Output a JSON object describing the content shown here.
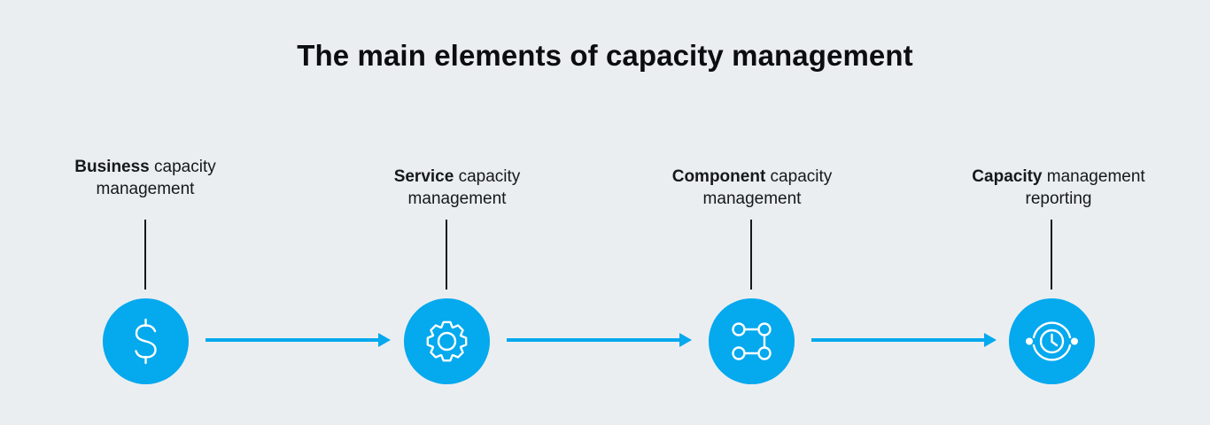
{
  "title": "The main elements of capacity management",
  "steps": [
    {
      "bold": "Business",
      "rest_line1": " capacity",
      "line2": "management",
      "icon": "dollar-icon"
    },
    {
      "bold": "Service",
      "rest_line1": " capacity",
      "line2": "management",
      "icon": "gear-icon"
    },
    {
      "bold": "Component",
      "rest_line1": " capacity",
      "line2": "management",
      "icon": "components-icon"
    },
    {
      "bold": "Capacity",
      "rest_line1": " management",
      "line2": "reporting",
      "icon": "clock-cycle-icon"
    }
  ],
  "colors": {
    "background": "#ebeef1",
    "accent": "#04a9ee",
    "text": "#0f1115"
  }
}
